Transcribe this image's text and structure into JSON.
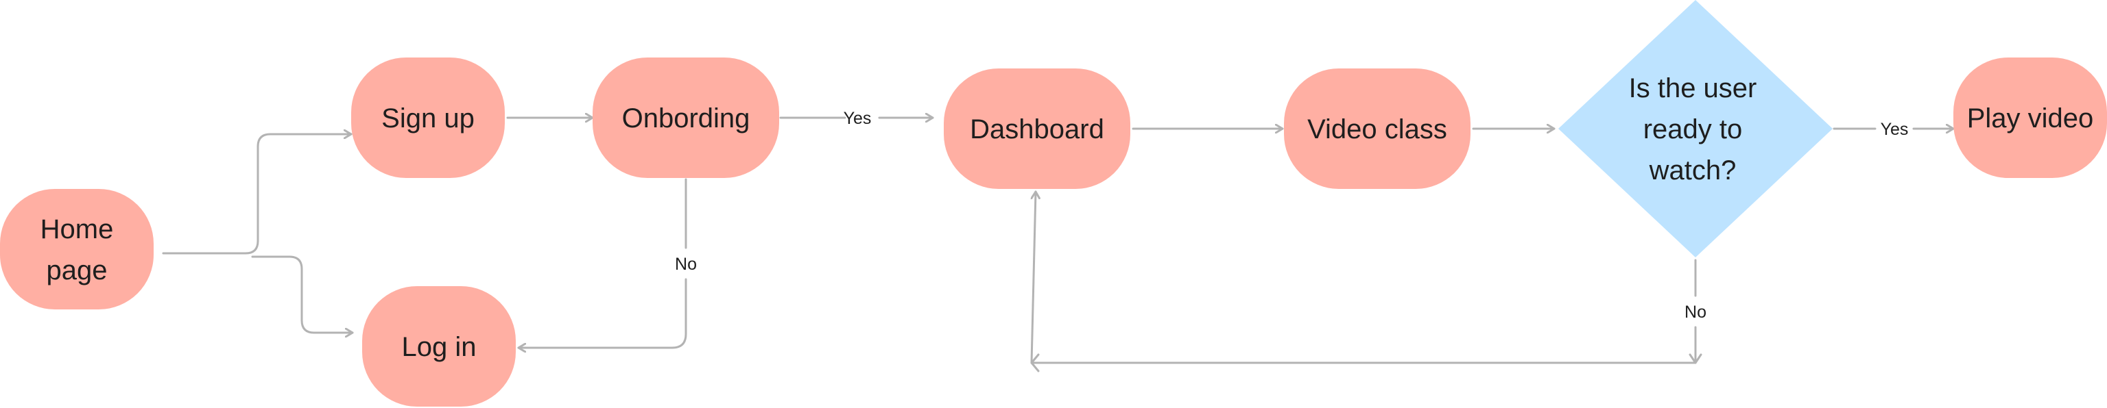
{
  "colors": {
    "terminal_fill": "#ffafa3",
    "decision_fill": "#bde3ff",
    "connector": "#b3b3b3",
    "text": "#1e1e1e"
  },
  "nodes": {
    "home_page": {
      "line1": "Home",
      "line2": "page"
    },
    "sign_up": {
      "label": "Sign up"
    },
    "log_in": {
      "label": "Log in"
    },
    "onbording": {
      "label": "Onbording"
    },
    "dashboard": {
      "label": "Dashboard"
    },
    "video_class": {
      "label": "Video class"
    },
    "decision": {
      "line1": "Is the user",
      "line2": "ready to",
      "line3": "watch?"
    },
    "play_video": {
      "label": "Play video"
    }
  },
  "edge_labels": {
    "onbording_yes": "Yes",
    "onbording_no": "No",
    "decision_yes": "Yes",
    "decision_no": "No"
  }
}
